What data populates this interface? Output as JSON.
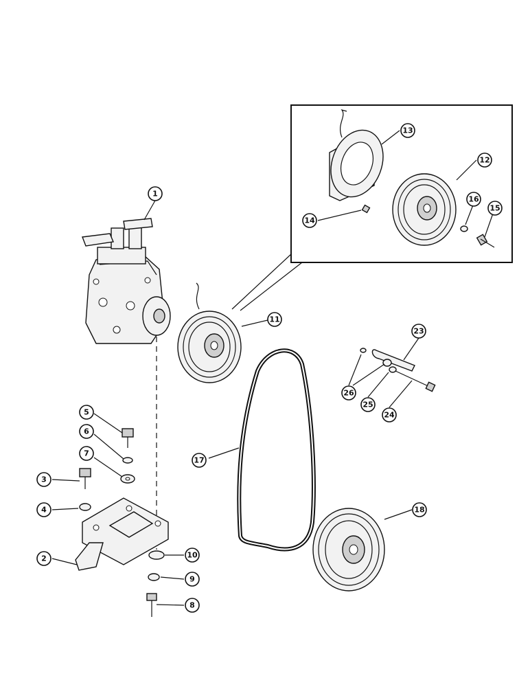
{
  "callouts": [
    {
      "id": "c1",
      "label": "1"
    },
    {
      "id": "c2",
      "label": "2"
    },
    {
      "id": "c3",
      "label": "3"
    },
    {
      "id": "c4",
      "label": "4"
    },
    {
      "id": "c5",
      "label": "5"
    },
    {
      "id": "c6",
      "label": "6"
    },
    {
      "id": "c7",
      "label": "7"
    },
    {
      "id": "c8",
      "label": "8"
    },
    {
      "id": "c9",
      "label": "9"
    },
    {
      "id": "c10",
      "label": "10"
    },
    {
      "id": "c11",
      "label": "11"
    },
    {
      "id": "c12",
      "label": "12"
    },
    {
      "id": "c13",
      "label": "13"
    },
    {
      "id": "c14",
      "label": "14"
    },
    {
      "id": "c15",
      "label": "15"
    },
    {
      "id": "c16",
      "label": "16"
    },
    {
      "id": "c17",
      "label": "17"
    },
    {
      "id": "c18",
      "label": "18"
    },
    {
      "id": "c23",
      "label": "23"
    },
    {
      "id": "c24",
      "label": "24"
    },
    {
      "id": "c25",
      "label": "25"
    },
    {
      "id": "c26",
      "label": "26"
    }
  ]
}
